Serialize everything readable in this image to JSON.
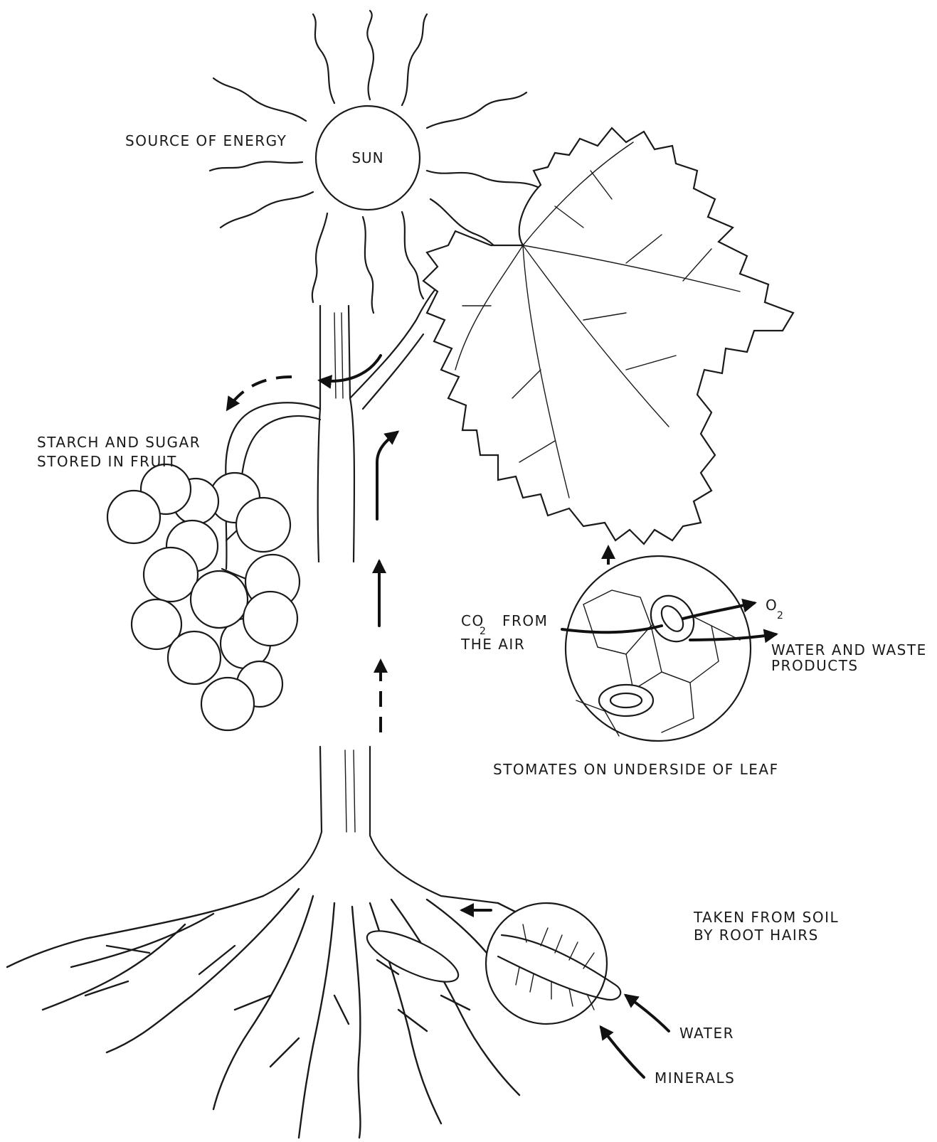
{
  "labels": {
    "sun": "SUN",
    "source_of_energy": "SOURCE OF ENERGY",
    "starch_line1": "STARCH AND SUGAR",
    "starch_line2": "STORED IN FRUIT",
    "co2_prefix": "CO",
    "co2_subscript": "2",
    "co2_from": "FROM",
    "the_air": "THE AIR",
    "o2_prefix": "O",
    "o2_subscript": "2",
    "water_waste_line1": "WATER AND WASTE",
    "water_waste_line2": "PRODUCTS",
    "stomates": "STOMATES ON UNDERSIDE OF LEAF",
    "taken_line1": "TAKEN FROM SOIL",
    "taken_line2": "BY ROOT HAIRS",
    "water": "WATER",
    "minerals": "MINERALS"
  },
  "colors": {
    "ink": "#1a1a1a",
    "background": "#ffffff"
  }
}
